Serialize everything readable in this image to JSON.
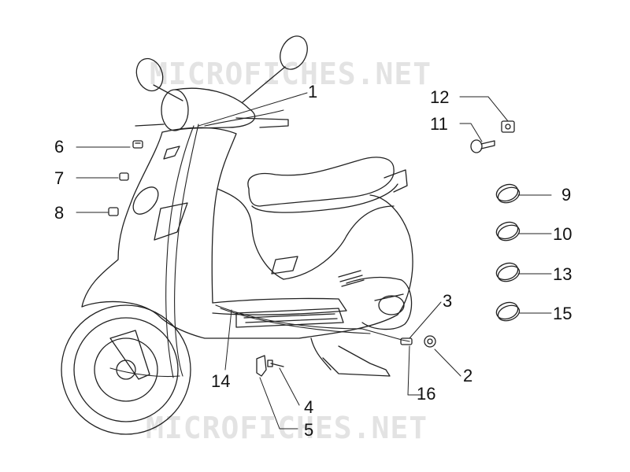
{
  "watermark": "MICROFICHES.NET",
  "callouts": [
    {
      "n": "1"
    },
    {
      "n": "2"
    },
    {
      "n": "3"
    },
    {
      "n": "4"
    },
    {
      "n": "5"
    },
    {
      "n": "6"
    },
    {
      "n": "7"
    },
    {
      "n": "8"
    },
    {
      "n": "9"
    },
    {
      "n": "10"
    },
    {
      "n": "11"
    },
    {
      "n": "12"
    },
    {
      "n": "13"
    },
    {
      "n": "14"
    },
    {
      "n": "15"
    },
    {
      "n": "16"
    }
  ]
}
